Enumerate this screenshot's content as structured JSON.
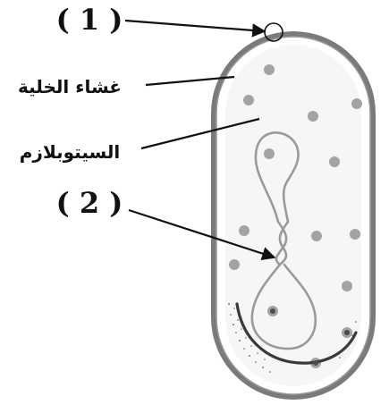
{
  "diagram": {
    "labels": {
      "callout_1": "( 1 )",
      "cell_membrane": "غشاء الخلية",
      "cytoplasm": "السيتوبلازم",
      "callout_2": "( 2 )"
    },
    "colors": {
      "cell_wall": "#7a7a7a",
      "cytoplasm_fill": "#f6f6f6",
      "dna": "#9a9a9a",
      "ribosome": "#a3a3a3",
      "ink": "#111111"
    }
  }
}
